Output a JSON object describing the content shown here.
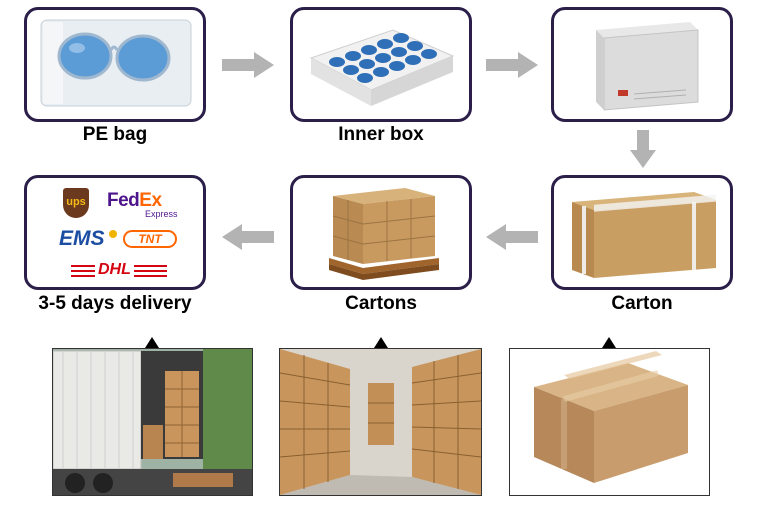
{
  "steps": [
    {
      "label": "PE bag"
    },
    {
      "label": "Inner box"
    },
    {
      "label": "Carton"
    },
    {
      "label": "Cartons"
    },
    {
      "label": "3-5 days delivery"
    }
  ],
  "couriers": {
    "ups": "ups",
    "fedex_fed": "Fed",
    "fedex_ex": "Ex",
    "fedex_sub": "Express",
    "ems": "EMS",
    "tnt": "TNT",
    "dhl": "DHL"
  },
  "colors": {
    "frame": "#2b1f4a",
    "arrow": "#b3b3b3",
    "fedex_purple": "#4d148c",
    "fedex_orange": "#ff6600",
    "ups_brown": "#6b3a1e",
    "ups_gold": "#f5b915",
    "ems_blue": "#1b4ea3",
    "tnt_orange": "#ff6600",
    "dhl_red": "#d40511",
    "cardboard": "#c9a26b"
  }
}
